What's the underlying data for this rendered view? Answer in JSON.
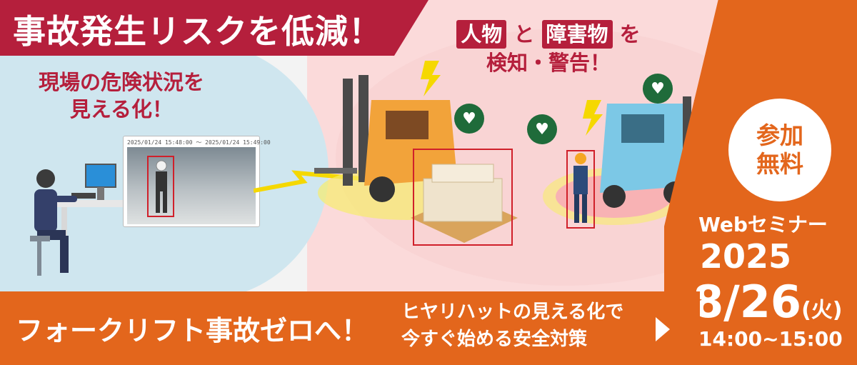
{
  "headline": "事故発生リスクを低減！",
  "left_caption_line1": "現場の危険状況を",
  "left_caption_line2": "見える化！",
  "detect_tag1": "人物",
  "detect_and": "と",
  "detect_tag2": "障害物",
  "detect_wo": "を",
  "detect_line2": "検知・警告！",
  "camera_timestamp": "2025/01/24 15:48:00 〜 2025/01/24 15:49:00",
  "bottom_main": "フォークリフト事故ゼロへ！",
  "bottom_sub_line1": "ヒヤリハットの見える化で",
  "bottom_sub_line2": "今すぐ始める安全対策",
  "free_line1": "参加",
  "free_line2": "無料",
  "webinar": "Webセミナー",
  "year": "2025",
  "date": "8/26",
  "weekday": "(火)",
  "time": "14:00~15:00",
  "icons": [
    "heart-icon",
    "warning-bolt-icon",
    "play-arrow-icon"
  ],
  "colors": {
    "crimson": "#b51f3c",
    "orange": "#e3661c",
    "green": "#1f6b3a",
    "light_blue": "#cfe6ef",
    "pink": "#fbdada"
  }
}
